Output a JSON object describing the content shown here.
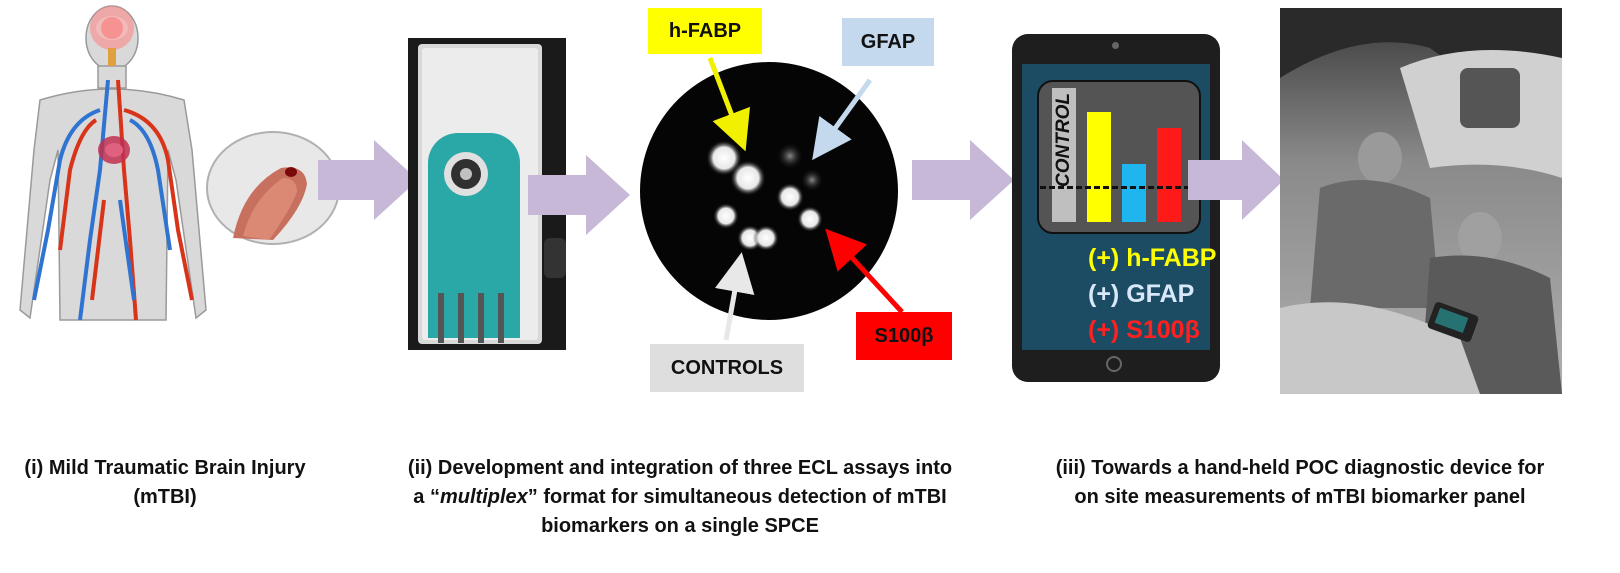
{
  "labels": {
    "hfabp": "h-FABP",
    "gfap": "GFAP",
    "s100b": "S100β",
    "controls": "CONTROLS"
  },
  "tablet": {
    "control_label": "CONTROL",
    "lines": [
      {
        "text": "(+) h-FABP",
        "color": "#ffff00"
      },
      {
        "text": "(+) GFAP",
        "color": "#d8e8f8"
      },
      {
        "text": "(+) S100β",
        "color": "#ff2020"
      }
    ],
    "bar_colors": [
      "#bfbfbf",
      "#ffff00",
      "#1fb6f0",
      "#ff1a1a"
    ]
  },
  "captions": {
    "step1_line1": "(i) Mild Traumatic Brain Injury",
    "step1_line2": "(mTBI)",
    "step2_line1": "(ii) Development and integration of three ECL assays into",
    "step2_line2_pre": "a “",
    "step2_line2_em": "multiplex",
    "step2_line2_post": "” format for simultaneous detection of mTBI",
    "step2_line3": "biomarkers on a single SPCE",
    "step3_line1": "(iii) Towards a hand-held POC diagnostic device for",
    "step3_line2": "on site measurements of mTBI biomarker panel"
  },
  "colors": {
    "arrow": "#c8b8d8",
    "hfabp_box": "#ffff00",
    "gfap_box": "#c5d9ee",
    "s100b_box": "#ff0000",
    "controls_box": "#dedede"
  }
}
